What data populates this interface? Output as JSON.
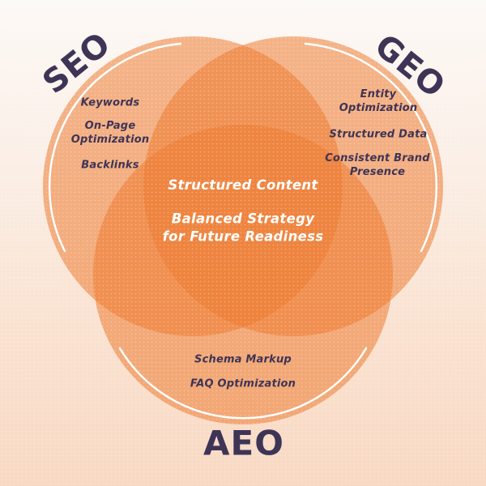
{
  "diagram": {
    "type": "venn",
    "sets": [
      {
        "id": "seo",
        "label": "SEO",
        "items": [
          "Keywords",
          "On-Page\nOptimization",
          "Backlinks"
        ]
      },
      {
        "id": "geo",
        "label": "GEO",
        "items": [
          "Entity\nOptimization",
          "Structured Data",
          "Consistent Brand\nPresence"
        ]
      },
      {
        "id": "aeo",
        "label": "AEO",
        "items": [
          "Schema Markup",
          "FAQ Optimization"
        ]
      }
    ],
    "center_overlap": {
      "line1": "Structured Content",
      "line2": "Balanced Strategy\nfor Future Readiness"
    },
    "colors": {
      "circle_fill": "#EC7A2F",
      "overlap_double": "#EF9356",
      "overlap_triple": "#ED8541",
      "label_text": "#3E3456",
      "item_text": "#3E3456",
      "center_text": "#FFFFFF",
      "outline_arc": "#FFFFFF",
      "background_top": "#FDF9F6",
      "background_bottom": "#F8D9C3"
    }
  }
}
